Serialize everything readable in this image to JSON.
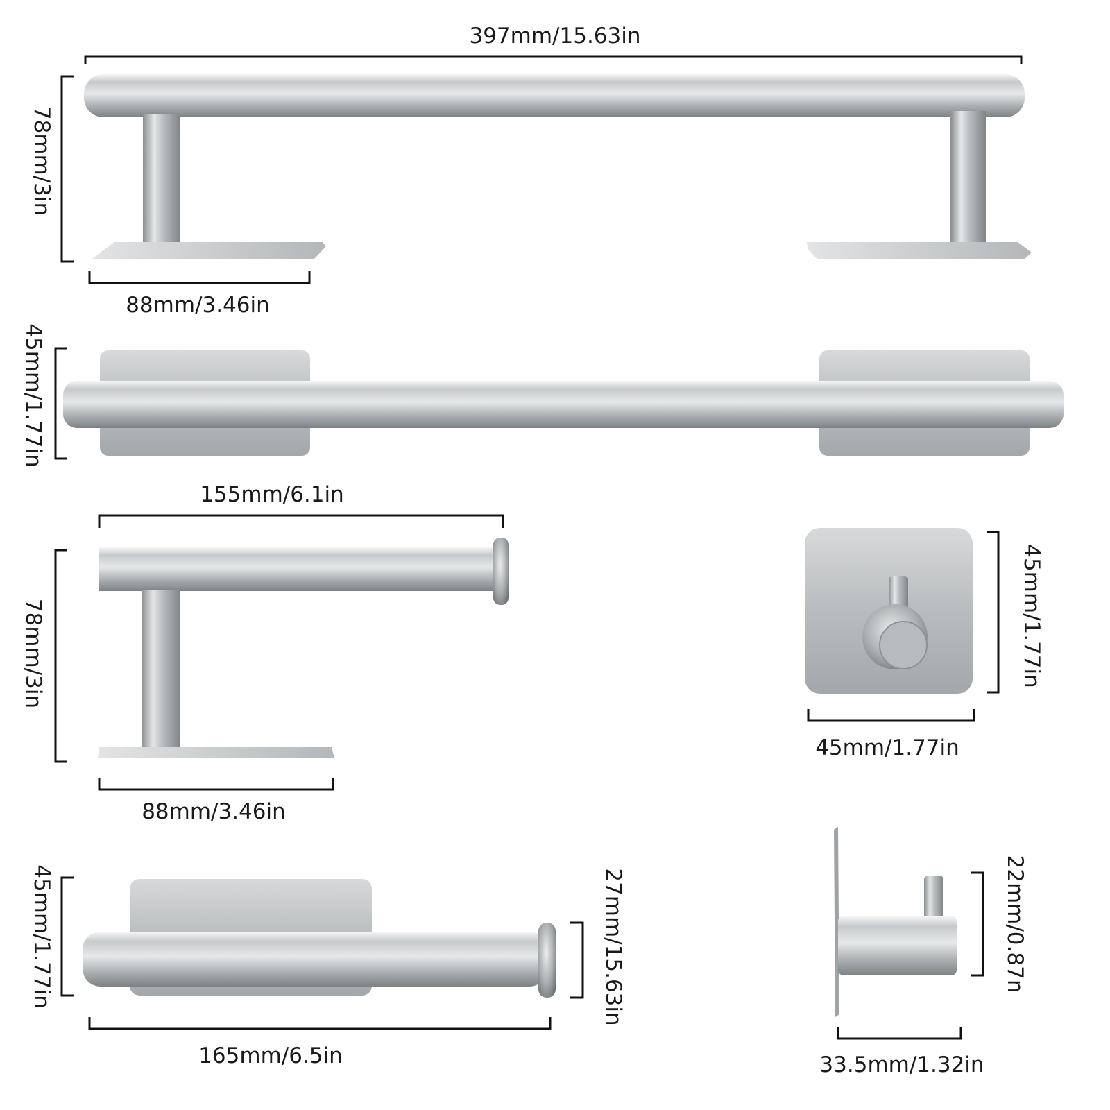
{
  "colors": {
    "steel_light": "#eef0f1",
    "steel_mid": "#c4c7c9",
    "steel_dark": "#8c9092",
    "line": "#111111",
    "text": "#1a1a1a"
  },
  "towel_bar_side": {
    "width_label": "397mm/15.63in",
    "height_label": "78mm/3in",
    "base_label": "88mm/3.46in"
  },
  "towel_bar_front": {
    "height_label": "45mm/1.77in"
  },
  "paper_holder_side": {
    "width_label": "155mm/6.1in",
    "height_label": "78mm/3in",
    "base_label": "88mm/3.46in"
  },
  "hook_front": {
    "height_label": "45mm/1.77in",
    "width_label": "45mm/1.77in"
  },
  "paper_holder_front": {
    "height_label": "45mm/1.77in",
    "rod_label": "27mm/15.63in",
    "width_label": "165mm/6.5in"
  },
  "hook_side": {
    "height_label": "22mm/0.87n",
    "depth_label": "33.5mm/1.32in"
  }
}
